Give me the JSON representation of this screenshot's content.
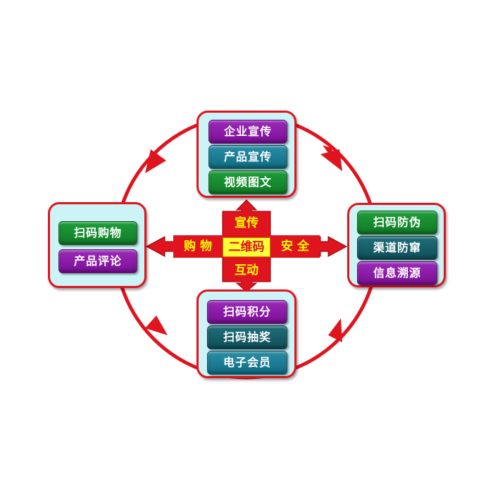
{
  "center": {
    "label": "二维码",
    "top": "宣传",
    "bottom": "互动",
    "left": "购 物",
    "right": "安 全"
  },
  "panels": {
    "top": {
      "items": [
        {
          "label": "企业宣传",
          "color": "#8a1aa8"
        },
        {
          "label": "产品宣传",
          "color": "#1a7e96"
        },
        {
          "label": "视频图文",
          "color": "#178c30"
        }
      ]
    },
    "right": {
      "items": [
        {
          "label": "扫码防伪",
          "color": "#178c30"
        },
        {
          "label": "渠道防窜",
          "color": "#175e68"
        },
        {
          "label": "信息溯源",
          "color": "#8a1aa8"
        }
      ]
    },
    "bottom": {
      "items": [
        {
          "label": "扫码积分",
          "color": "#8a1aa8"
        },
        {
          "label": "扫码抽奖",
          "color": "#175e68"
        },
        {
          "label": "电子会员",
          "color": "#1a7e96"
        }
      ]
    },
    "left": {
      "items": [
        {
          "label": "扫码购物",
          "color": "#178c30"
        },
        {
          "label": "产品评论",
          "color": "#8a1aa8"
        }
      ]
    }
  },
  "colors": {
    "ring": "#e0141e",
    "panel_fill": "#ccf3f6",
    "cross_fill": "#e0141e",
    "center_fill": "#ffff33",
    "cross_text": "#ffff00"
  }
}
